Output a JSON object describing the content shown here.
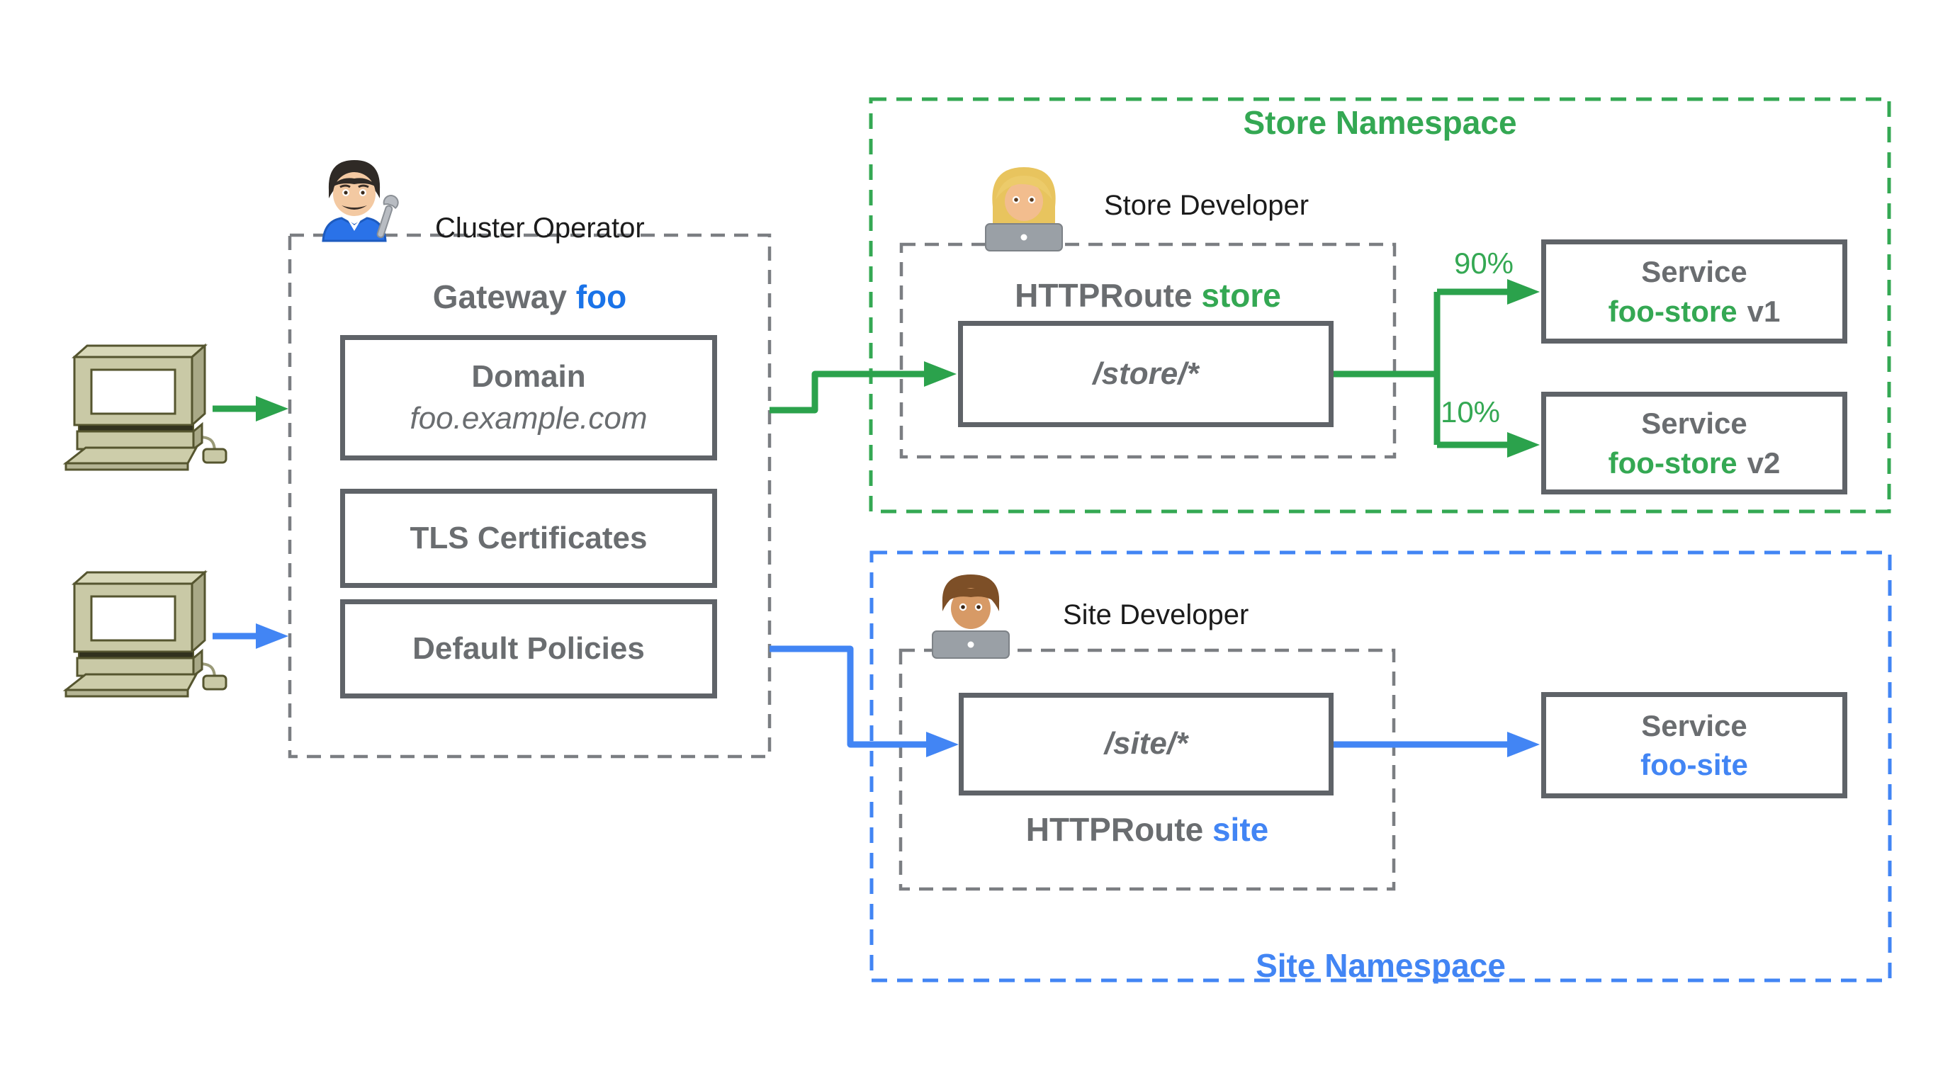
{
  "diagram_title": "Gateway API role-oriented routing diagram",
  "colors": {
    "green": "#34A853",
    "blue": "#4285F4",
    "gateway_foo_blue": "#1A73E8",
    "gray_text": "#6a6d70",
    "solid_border_gray": "#5f6368",
    "dashed_gray": "#7b7e82",
    "black_text": "#1b1b1b"
  },
  "icons": {
    "client_1": "retro-computer-icon",
    "client_2": "retro-computer-icon",
    "cluster_operator": "man-mechanic-emoji",
    "store_developer": "woman-technologist-emoji",
    "site_developer": "man-technologist-emoji"
  },
  "gateway": {
    "owner_label": "Cluster Operator",
    "title_prefix": "Gateway ",
    "title_name": "foo",
    "domain_title": "Domain",
    "domain_value": "foo.example.com",
    "tls_label": "TLS Certificates",
    "policies_label": "Default Policies"
  },
  "store_namespace": {
    "title": "Store Namespace",
    "owner_label": "Store Developer",
    "route_prefix": "HTTPRoute ",
    "route_name": "store",
    "path": "/store/*",
    "split": [
      {
        "weight": "90%",
        "service_label": "Service",
        "service_name": "foo-store",
        "version": "v1"
      },
      {
        "weight": "10%",
        "service_label": "Service",
        "service_name": "foo-store",
        "version": "v2"
      }
    ]
  },
  "site_namespace": {
    "title": "Site Namespace",
    "owner_label": "Site Developer",
    "route_prefix": "HTTPRoute ",
    "route_name": "site",
    "path": "/site/*",
    "service_label": "Service",
    "service_name": "foo-site"
  }
}
